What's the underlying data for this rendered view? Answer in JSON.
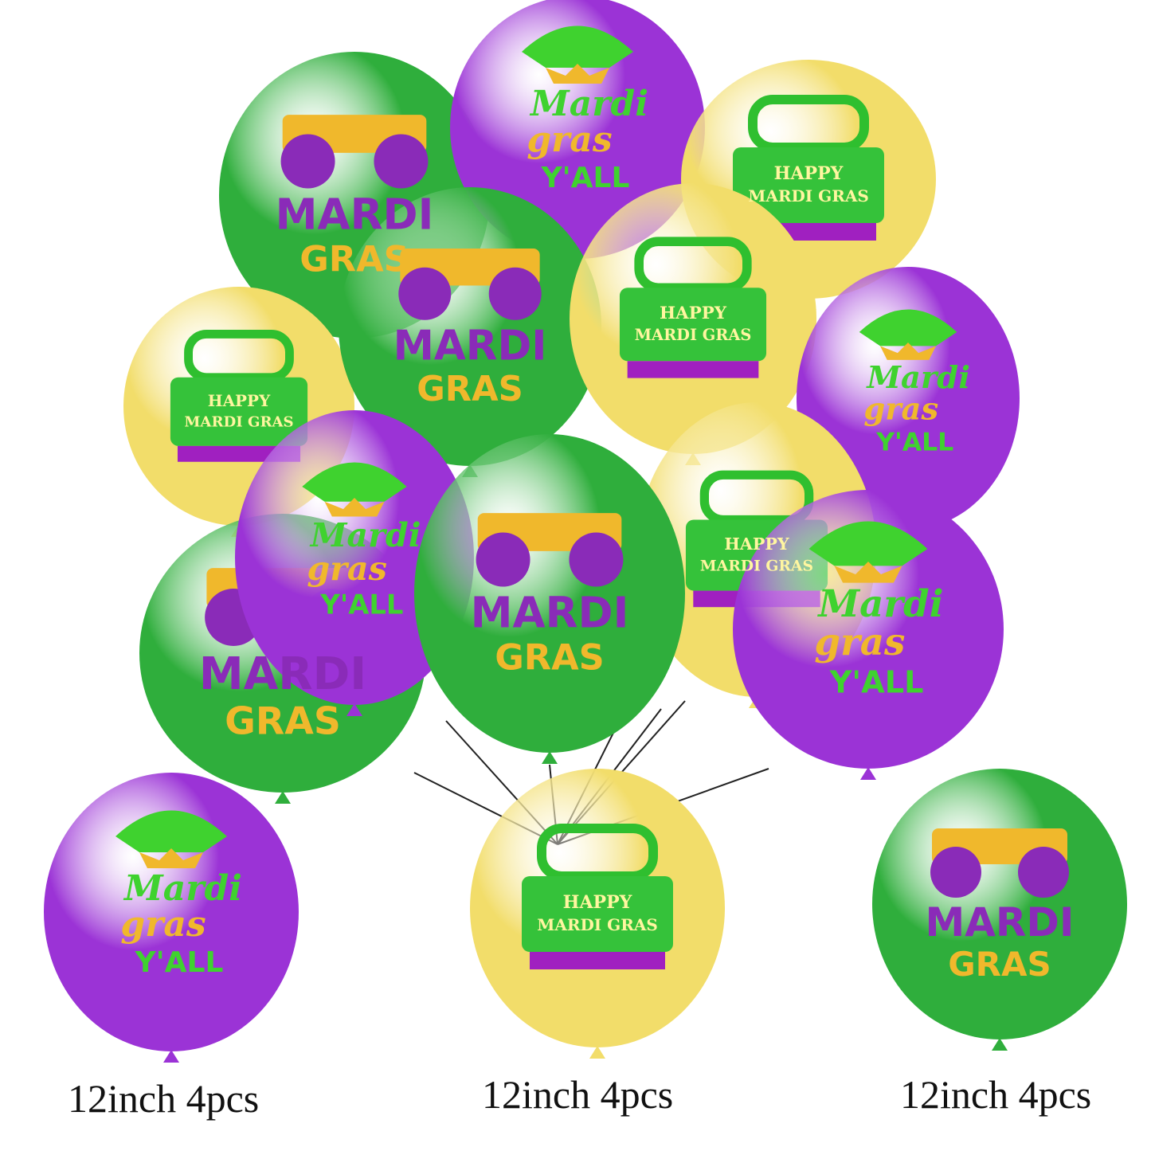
{
  "colors": {
    "green": "#2fae3c",
    "purple": "#9b33d6",
    "yellow": "#f2dd6a",
    "gold": "#f0b82c",
    "string": "#222222"
  },
  "prints": {
    "truck": {
      "line1": "MARDI",
      "line2": "GRAS",
      "icon": "monster-truck-icon"
    },
    "car": {
      "line1": "HAPPY",
      "line2": "MARDI GRAS",
      "icon": "truck-with-masks-icon"
    },
    "jester": {
      "line1": "Mardi",
      "line2": "gras",
      "line3": "Y'ALL",
      "icon": "jester-hat-icon"
    }
  },
  "balloons": [
    {
      "color": "green",
      "print": "truck"
    },
    {
      "color": "purple",
      "print": "jester"
    },
    {
      "color": "yellow",
      "print": "car"
    },
    {
      "color": "yellow",
      "print": "car"
    },
    {
      "color": "green",
      "print": "truck"
    },
    {
      "color": "yellow",
      "print": "car"
    },
    {
      "color": "purple",
      "print": "jester"
    },
    {
      "color": "green",
      "print": "truck"
    },
    {
      "color": "purple",
      "print": "jester"
    },
    {
      "color": "yellow",
      "print": "car"
    },
    {
      "color": "green",
      "print": "truck"
    },
    {
      "color": "purple",
      "print": "jester"
    },
    {
      "color": "purple",
      "print": "jester"
    },
    {
      "color": "yellow",
      "print": "car"
    },
    {
      "color": "green",
      "print": "truck"
    }
  ],
  "captions": [
    "12inch 4pcs",
    "12inch 4pcs",
    "12inch 4pcs"
  ]
}
